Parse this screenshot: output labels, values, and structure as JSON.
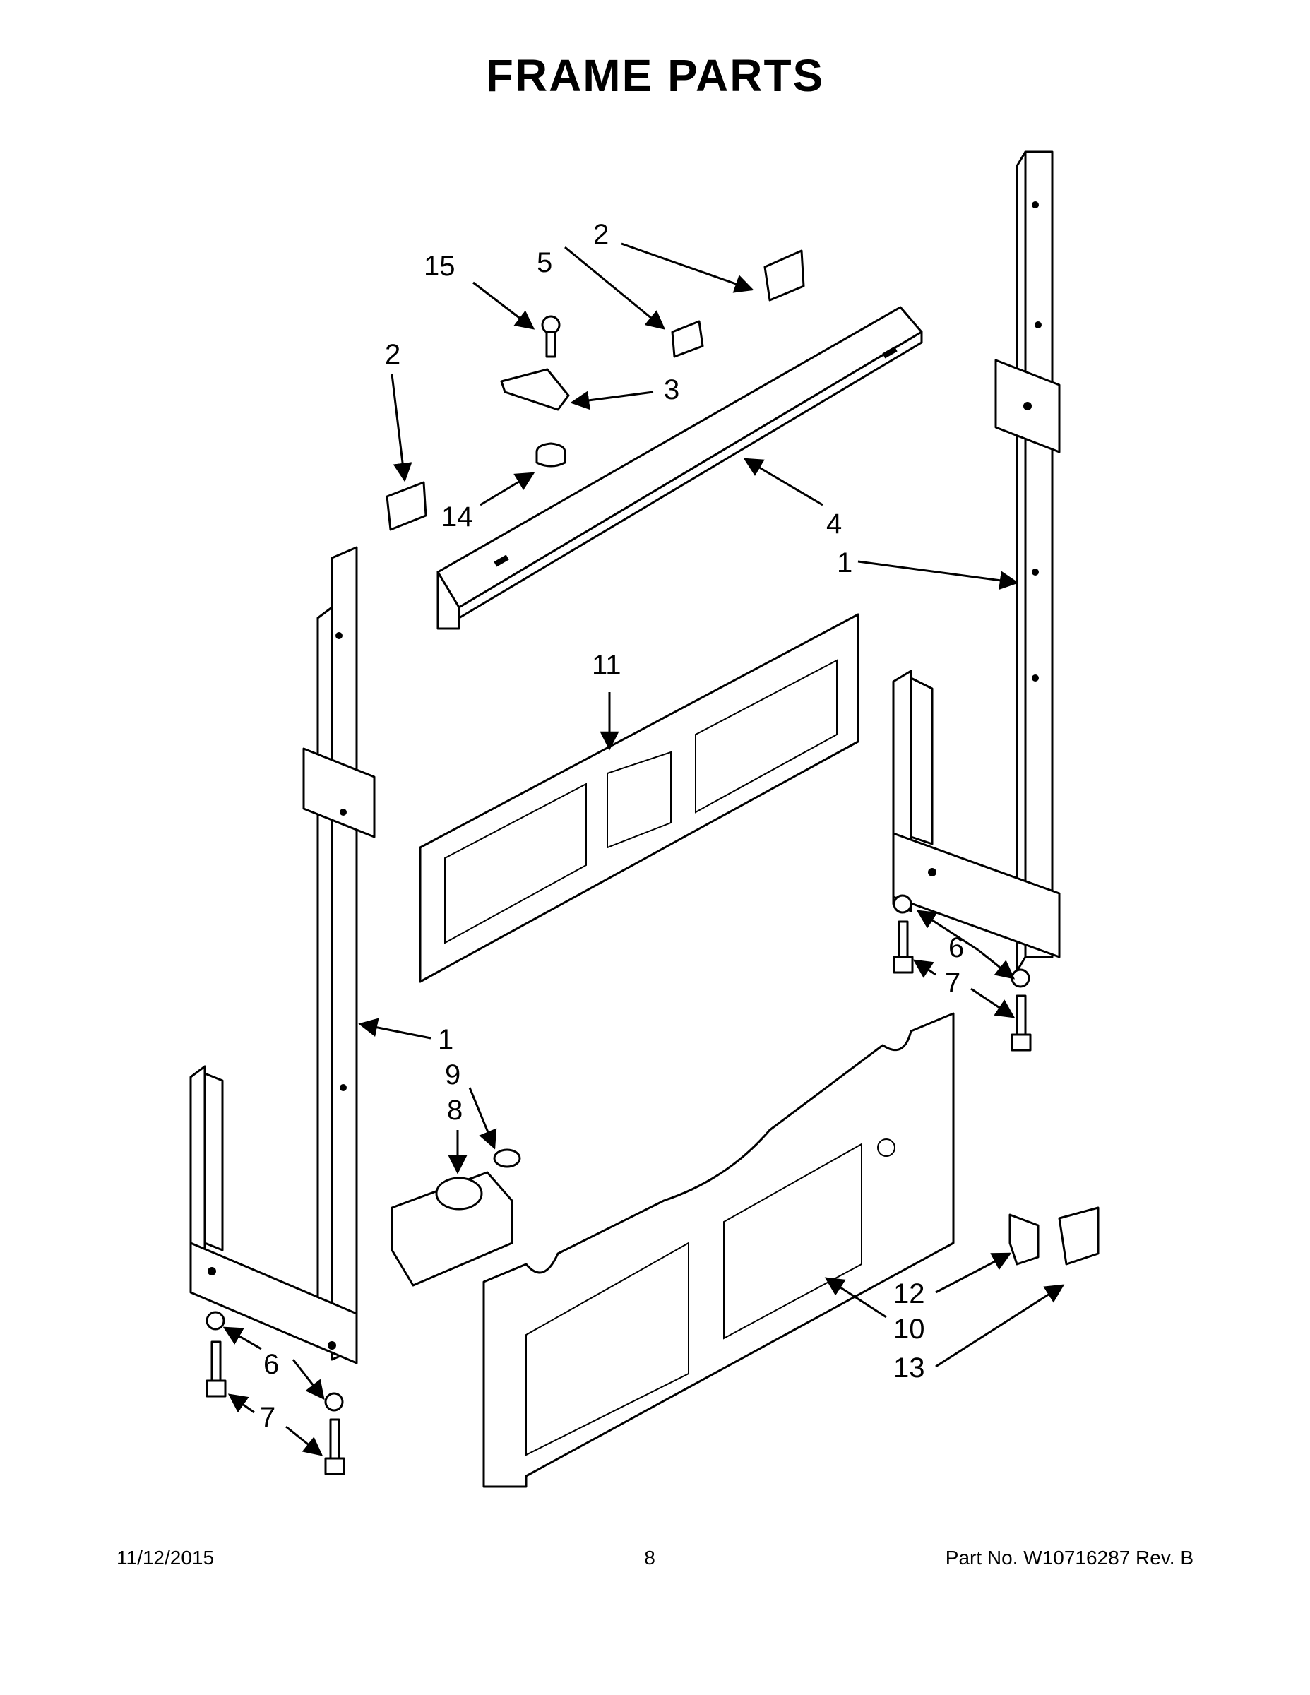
{
  "title": "FRAME PARTS",
  "callouts": [
    "1",
    "1",
    "2",
    "2",
    "3",
    "4",
    "5",
    "6",
    "6",
    "7",
    "7",
    "8",
    "9",
    "10",
    "11",
    "12",
    "13",
    "14",
    "15"
  ],
  "footer": {
    "date": "11/12/2015",
    "page": "8",
    "part": "Part No.  W10716287  Rev.  B"
  }
}
